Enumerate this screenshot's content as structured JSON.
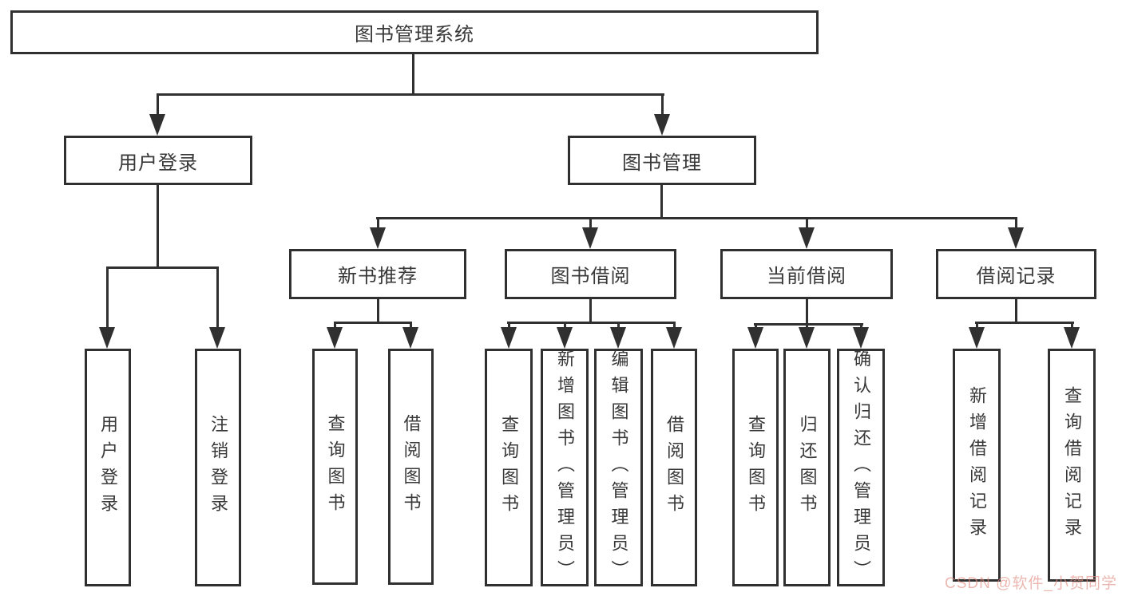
{
  "tree": {
    "root": {
      "label": "图书管理系统"
    },
    "level2": [
      {
        "label": "用户登录",
        "children": [
          {
            "label": "用户登录"
          },
          {
            "label": "注销登录"
          }
        ]
      },
      {
        "label": "图书管理",
        "children": [
          {
            "label": "新书推荐",
            "children": [
              {
                "label": "查询图书"
              },
              {
                "label": "借阅图书"
              }
            ]
          },
          {
            "label": "图书借阅",
            "children": [
              {
                "label": "查询图书"
              },
              {
                "label": "新增图书（管理员）"
              },
              {
                "label": "编辑图书（管理员）"
              },
              {
                "label": "借阅图书"
              }
            ]
          },
          {
            "label": "当前借阅",
            "children": [
              {
                "label": "查询图书"
              },
              {
                "label": "归还图书"
              },
              {
                "label": "确认归还（管理员）"
              }
            ]
          },
          {
            "label": "借阅记录",
            "children": [
              {
                "label": "新增借阅记录"
              },
              {
                "label": "查询借阅记录"
              }
            ]
          }
        ]
      }
    ]
  },
  "watermark": {
    "text": "CSDN @软件_小贺同学"
  },
  "colors": {
    "line": "#303030",
    "text": "#383838",
    "background": "#ffffff",
    "watermark": "#e08a80"
  }
}
